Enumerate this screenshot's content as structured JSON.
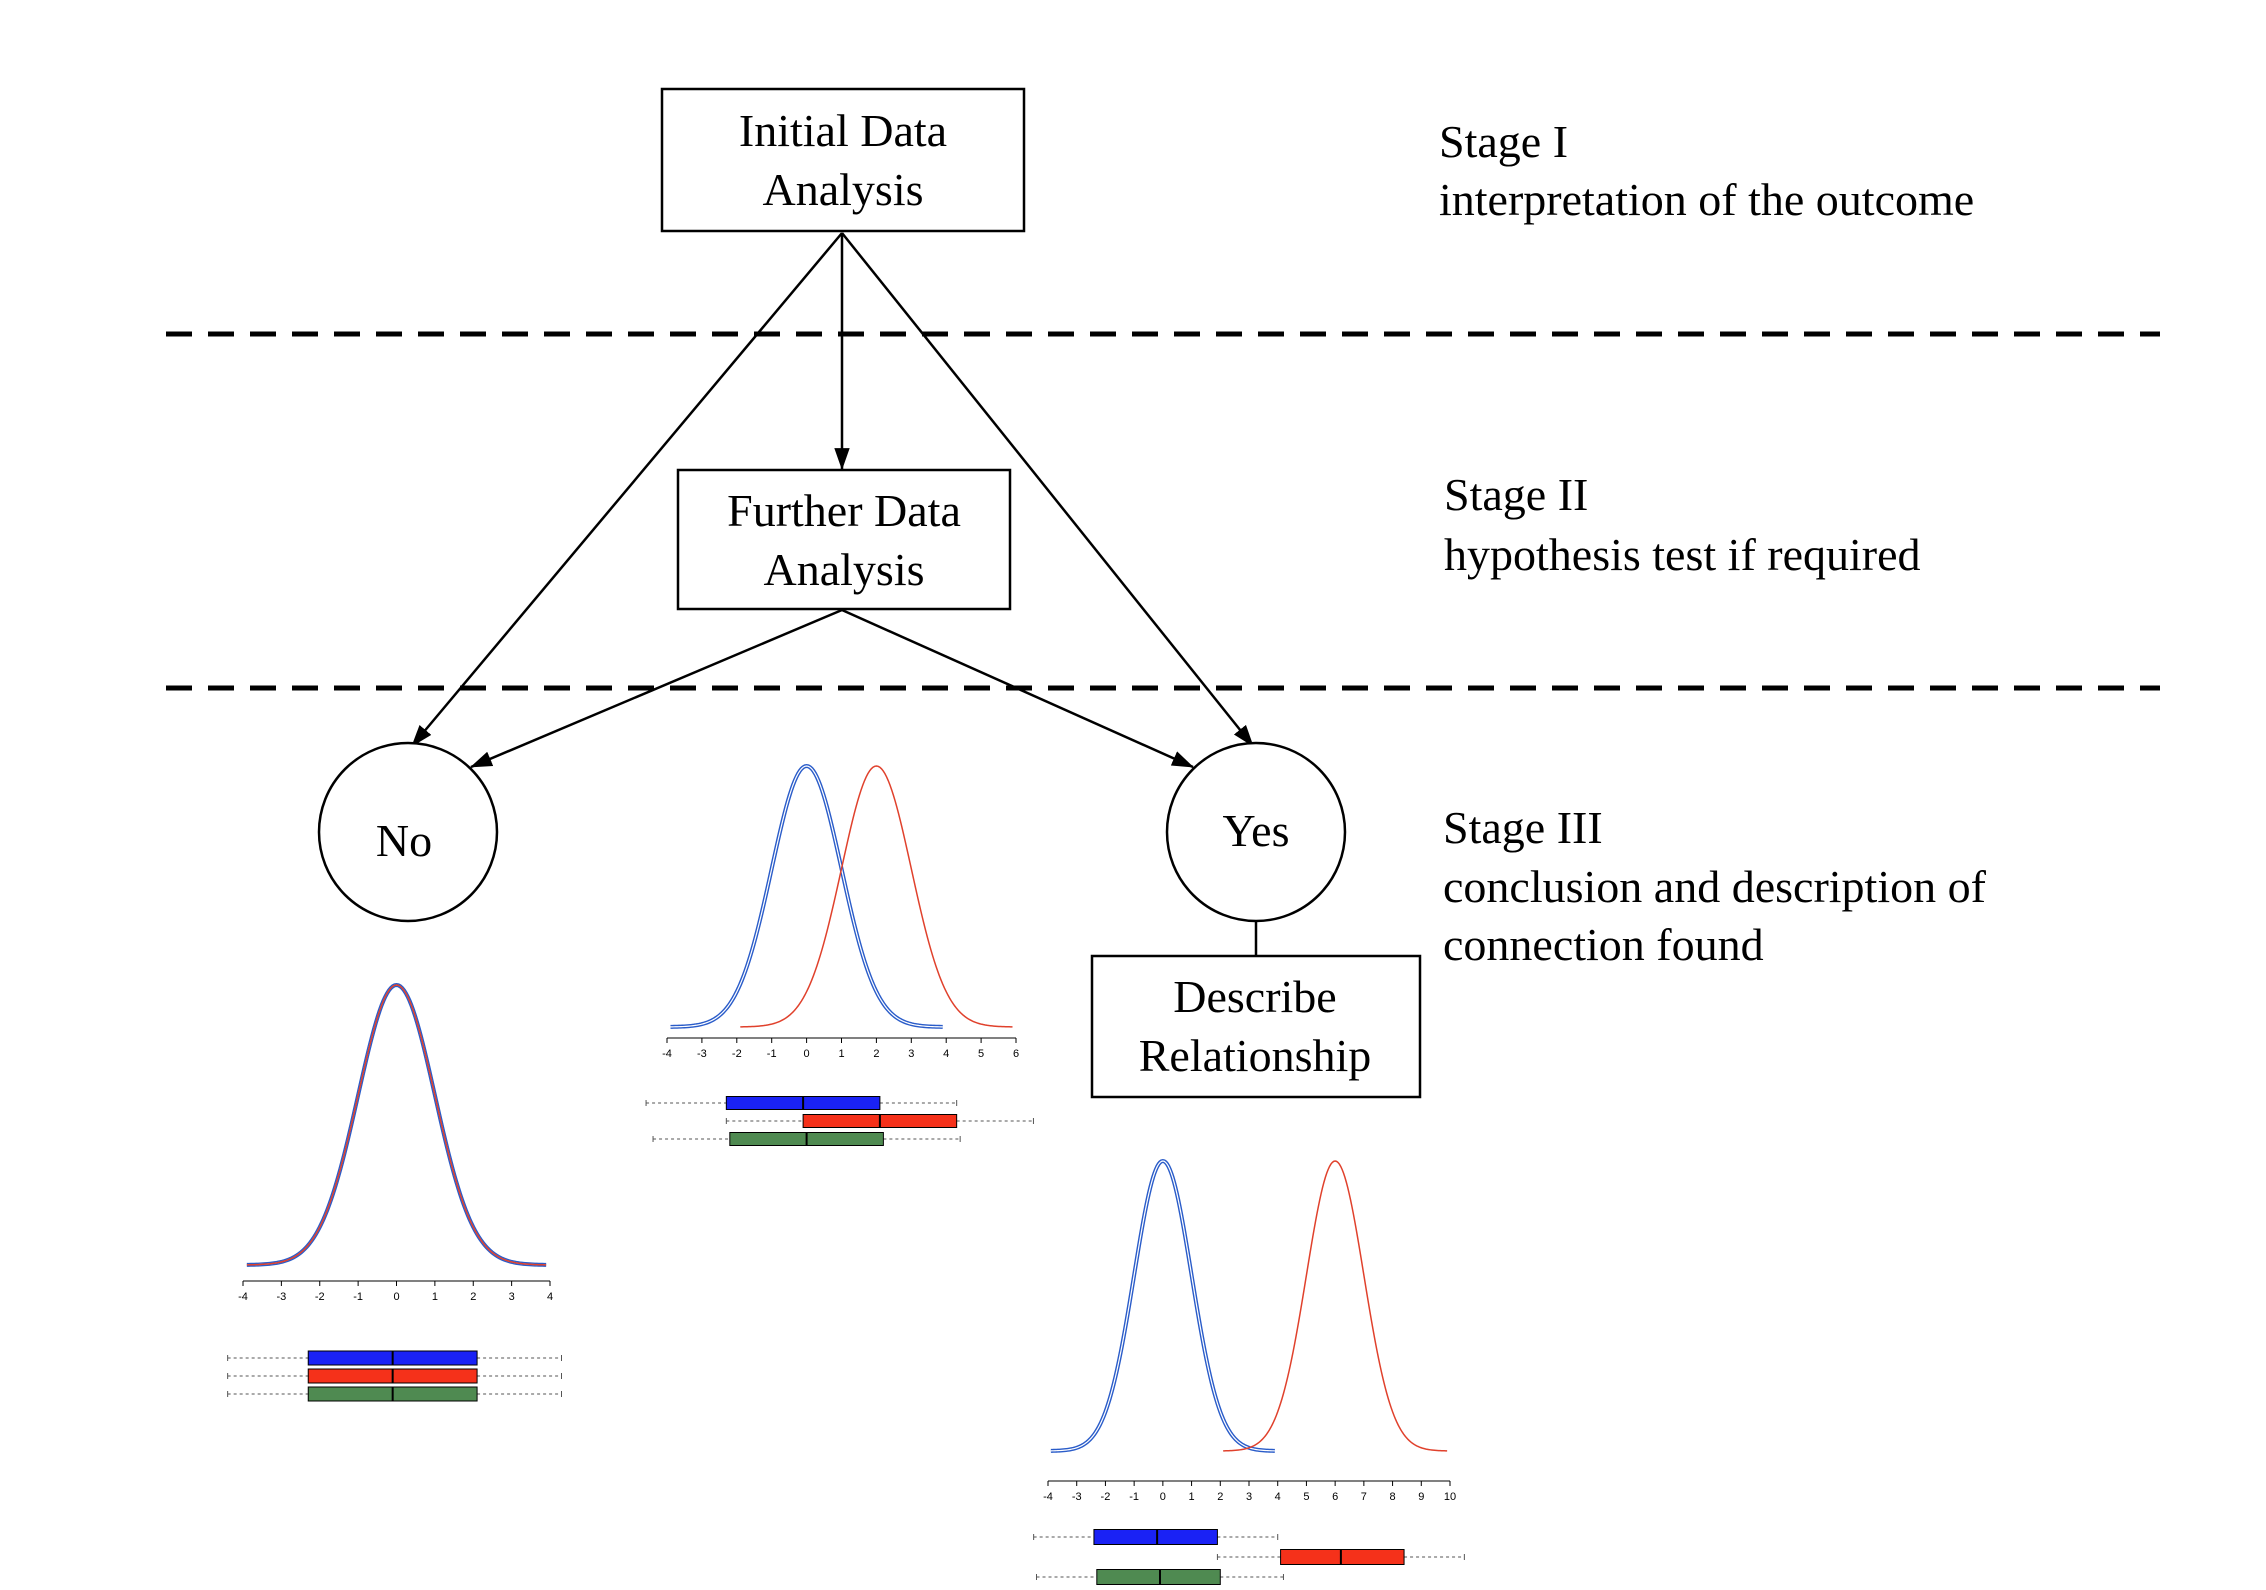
{
  "nodes": {
    "initial": [
      "Initial Data",
      "Analysis"
    ],
    "further": [
      "Further Data",
      "Analysis"
    ],
    "no": "No",
    "yes": "Yes",
    "describe": [
      "Describe",
      "Relationship"
    ]
  },
  "stages": [
    {
      "title": "Stage I",
      "lines": [
        "interpretation of the outcome"
      ]
    },
    {
      "title": "Stage II",
      "lines": [
        "hypothesis test if required"
      ]
    },
    {
      "title": "Stage III",
      "lines": [
        "conclusion and description of",
        "connection found"
      ]
    }
  ],
  "colors": {
    "blue": "#1a22f5",
    "red": "#f5311a",
    "green": "#4f8a51",
    "curve_blue": "#2a5cc9",
    "curve_red": "#e0412c"
  },
  "chart_data": [
    {
      "type": "line",
      "id": "no-case",
      "x_ticks": [
        "-4",
        "-3",
        "-2",
        "-1",
        "0",
        "1",
        "2",
        "3",
        "4"
      ],
      "xlim": [
        -4,
        4
      ],
      "series": [
        {
          "color": "#2a5cc9",
          "mean": 0,
          "sd": 1
        },
        {
          "color": "#e0412c",
          "mean": 0,
          "sd": 1
        }
      ],
      "boxplots": [
        {
          "color": "blue",
          "whisker_low": -4.4,
          "q1": -2.3,
          "median": -0.1,
          "q3": 2.1,
          "whisker_high": 4.3
        },
        {
          "color": "red",
          "whisker_low": -4.4,
          "q1": -2.3,
          "median": -0.1,
          "q3": 2.1,
          "whisker_high": 4.3
        },
        {
          "color": "green",
          "whisker_low": -4.4,
          "q1": -2.3,
          "median": -0.1,
          "q3": 2.1,
          "whisker_high": 4.3
        }
      ]
    },
    {
      "type": "line",
      "id": "further-case",
      "x_ticks": [
        "-4",
        "-3",
        "-2",
        "-1",
        "0",
        "1",
        "2",
        "3",
        "4",
        "5",
        "6"
      ],
      "xlim": [
        -4,
        6
      ],
      "series": [
        {
          "color": "#2a5cc9",
          "mean": 0,
          "sd": 1
        },
        {
          "color": "#e0412c",
          "mean": 2,
          "sd": 1
        }
      ],
      "boxplots": [
        {
          "color": "blue",
          "whisker_low": -4.6,
          "q1": -2.3,
          "median": -0.1,
          "q3": 2.1,
          "whisker_high": 4.3
        },
        {
          "color": "red",
          "whisker_low": -2.3,
          "q1": -0.1,
          "median": 2.1,
          "q3": 4.3,
          "whisker_high": 6.5
        },
        {
          "color": "green",
          "whisker_low": -4.4,
          "q1": -2.2,
          "median": 0,
          "q3": 2.2,
          "whisker_high": 4.4
        }
      ]
    },
    {
      "type": "line",
      "id": "yes-case",
      "x_ticks": [
        "-4",
        "-3",
        "-2",
        "-1",
        "0",
        "1",
        "2",
        "3",
        "4",
        "5",
        "6",
        "7",
        "8",
        "9",
        "10"
      ],
      "xlim": [
        -4,
        10
      ],
      "series": [
        {
          "color": "#2a5cc9",
          "mean": 0,
          "sd": 1
        },
        {
          "color": "#e0412c",
          "mean": 6,
          "sd": 1
        }
      ],
      "boxplots": [
        {
          "color": "blue",
          "whisker_low": -4.5,
          "q1": -2.4,
          "median": -0.2,
          "q3": 1.9,
          "whisker_high": 4.0
        },
        {
          "color": "red",
          "whisker_low": 1.9,
          "q1": 4.1,
          "median": 6.2,
          "q3": 8.4,
          "whisker_high": 10.5
        },
        {
          "color": "green",
          "whisker_low": -4.4,
          "q1": -2.3,
          "median": -0.1,
          "q3": 2.0,
          "whisker_high": 4.2
        }
      ]
    }
  ]
}
